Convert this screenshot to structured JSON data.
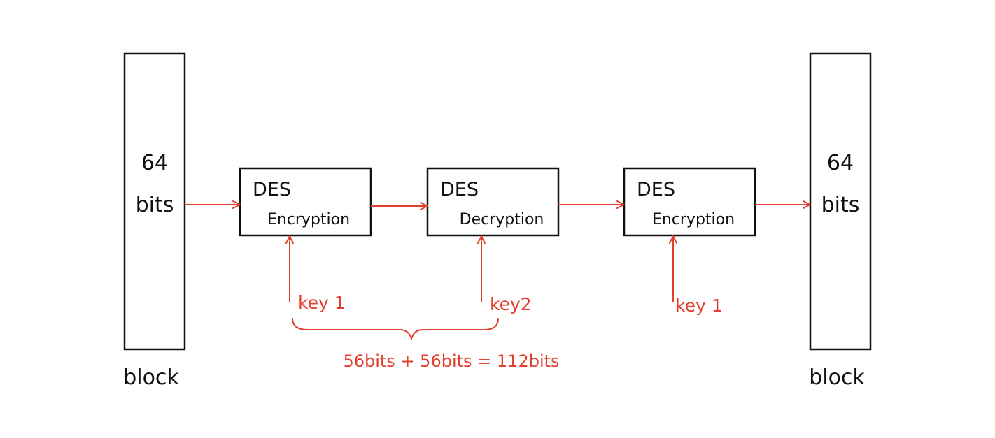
{
  "colors": {
    "ink": "#111111",
    "accent": "#e2402f",
    "background": "#ffffff"
  },
  "input_block": {
    "size_line1": "64",
    "size_line2": "bits",
    "caption": "block"
  },
  "output_block": {
    "size_line1": "64",
    "size_line2": "bits",
    "caption": "block"
  },
  "stages": [
    {
      "line1": "DES",
      "line2": "Encryption",
      "key_label": "key 1"
    },
    {
      "line1": "DES",
      "line2": "Decryption",
      "key_label": "key2"
    },
    {
      "line1": "DES",
      "line2": "Encryption",
      "key_label": "key 1"
    }
  ],
  "key_sum": "56bits + 56bits = 112bits"
}
